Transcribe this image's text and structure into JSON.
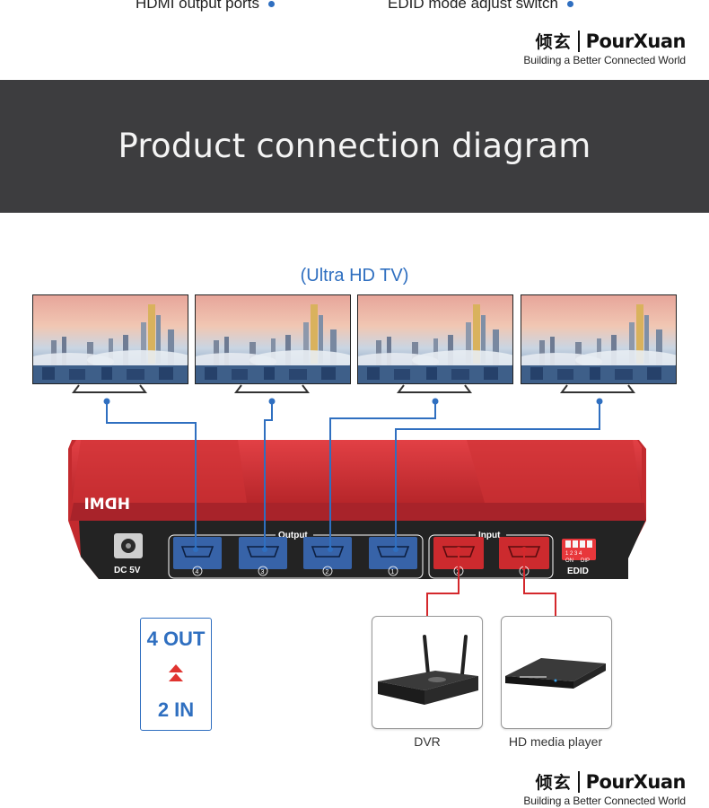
{
  "features": {
    "left": "HDMI output ports",
    "right": "EDID mode adjust switch"
  },
  "brand": {
    "chinese": "倾玄",
    "name": "PourXuan",
    "tagline": "Building a Better Connected World"
  },
  "banner": {
    "title": "Product connection diagram"
  },
  "tv_caption": "(Ultra HD TV)",
  "device": {
    "logo": "HDMI",
    "dc_label": "DC 5V",
    "output_label": "Output",
    "input_label": "Input",
    "edid_label": "EDID",
    "dip_numbers": "1 2 3 4",
    "dip_on": "ON",
    "dip_dip": "DIP",
    "output_ports": [
      "4",
      "3",
      "2",
      "1"
    ],
    "input_ports": [
      "2",
      "1"
    ]
  },
  "summary": {
    "top": "4 OUT",
    "bottom": "2 IN"
  },
  "sources": [
    {
      "label": "DVR"
    },
    {
      "label": "HD media player"
    }
  ],
  "colors": {
    "banner": "#3d3d3f",
    "accent_blue": "#2f6fc0",
    "device_red": "#c42a2c",
    "input_red": "#d4282c"
  }
}
